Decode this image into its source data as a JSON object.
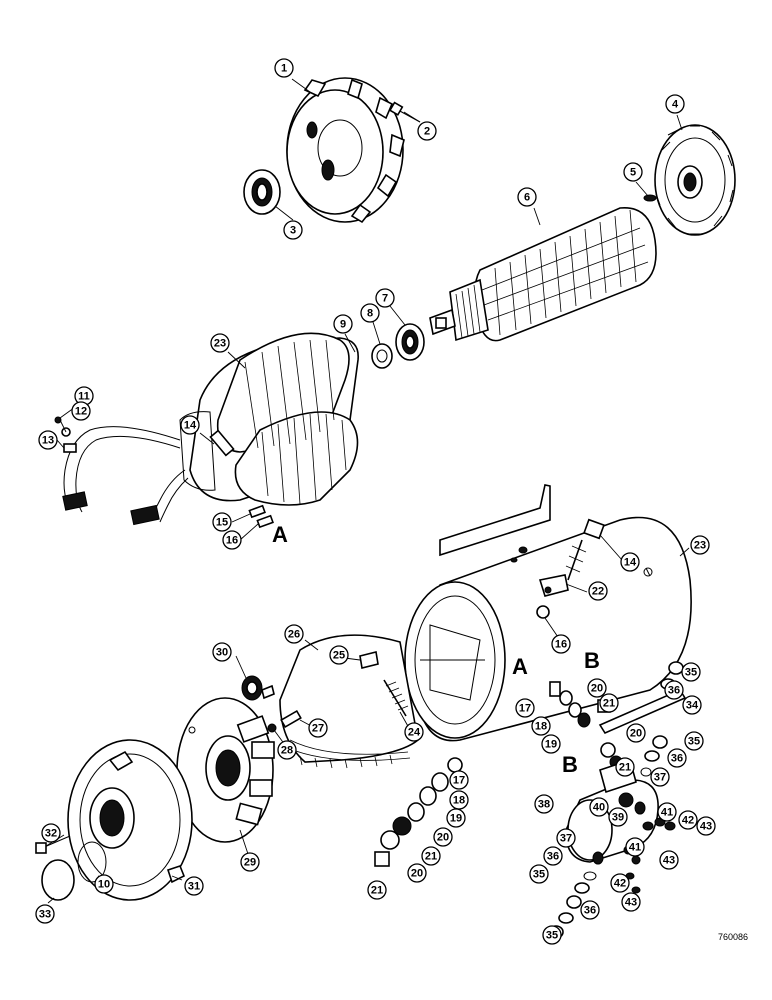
{
  "drawing_code": "760086",
  "section_letters": [
    "A",
    "B"
  ],
  "callouts": [
    {
      "id": "c1",
      "label": "1"
    },
    {
      "id": "c2",
      "label": "2"
    },
    {
      "id": "c3",
      "label": "3"
    },
    {
      "id": "c4",
      "label": "4"
    },
    {
      "id": "c5",
      "label": "5"
    },
    {
      "id": "c6",
      "label": "6"
    },
    {
      "id": "c7",
      "label": "7"
    },
    {
      "id": "c8",
      "label": "8"
    },
    {
      "id": "c9",
      "label": "9"
    },
    {
      "id": "c23a",
      "label": "23"
    },
    {
      "id": "c11",
      "label": "11"
    },
    {
      "id": "c12",
      "label": "12"
    },
    {
      "id": "c13",
      "label": "13"
    },
    {
      "id": "c14a",
      "label": "14"
    },
    {
      "id": "c15",
      "label": "15"
    },
    {
      "id": "c16a",
      "label": "16"
    },
    {
      "id": "c23b",
      "label": "23"
    },
    {
      "id": "c14b",
      "label": "14"
    },
    {
      "id": "c22",
      "label": "22"
    },
    {
      "id": "c16b",
      "label": "16"
    },
    {
      "id": "c26",
      "label": "26"
    },
    {
      "id": "c30",
      "label": "30"
    },
    {
      "id": "c25",
      "label": "25"
    },
    {
      "id": "c27",
      "label": "27"
    },
    {
      "id": "c28",
      "label": "28"
    },
    {
      "id": "c24",
      "label": "24"
    },
    {
      "id": "c32",
      "label": "32"
    },
    {
      "id": "c29",
      "label": "29"
    },
    {
      "id": "c31",
      "label": "31"
    },
    {
      "id": "c33",
      "label": "33"
    },
    {
      "id": "c10",
      "label": "10"
    },
    {
      "id": "c17a",
      "label": "17"
    },
    {
      "id": "c18a",
      "label": "18"
    },
    {
      "id": "c19a",
      "label": "19"
    },
    {
      "id": "c20a",
      "label": "20"
    },
    {
      "id": "c21a",
      "label": "21"
    },
    {
      "id": "c20b",
      "label": "20"
    },
    {
      "id": "c21b",
      "label": "21"
    },
    {
      "id": "c17b",
      "label": "17"
    },
    {
      "id": "c18b",
      "label": "18"
    },
    {
      "id": "c19b",
      "label": "19"
    },
    {
      "id": "c20c",
      "label": "20"
    },
    {
      "id": "c21c",
      "label": "21"
    },
    {
      "id": "c20d",
      "label": "20"
    },
    {
      "id": "c21d",
      "label": "21"
    },
    {
      "id": "c35a",
      "label": "35"
    },
    {
      "id": "c36a",
      "label": "36"
    },
    {
      "id": "c34",
      "label": "34"
    },
    {
      "id": "c35b",
      "label": "35"
    },
    {
      "id": "c36b",
      "label": "36"
    },
    {
      "id": "c37a",
      "label": "37"
    },
    {
      "id": "c38",
      "label": "38"
    },
    {
      "id": "c40",
      "label": "40"
    },
    {
      "id": "c39",
      "label": "39"
    },
    {
      "id": "c41a",
      "label": "41"
    },
    {
      "id": "c42a",
      "label": "42"
    },
    {
      "id": "c43a",
      "label": "43"
    },
    {
      "id": "c37b",
      "label": "37"
    },
    {
      "id": "c36c",
      "label": "36"
    },
    {
      "id": "c41b",
      "label": "41"
    },
    {
      "id": "c43b",
      "label": "43"
    },
    {
      "id": "c35c",
      "label": "35"
    },
    {
      "id": "c42b",
      "label": "42"
    },
    {
      "id": "c43c",
      "label": "43"
    },
    {
      "id": "c36d",
      "label": "36"
    },
    {
      "id": "c35d",
      "label": "35"
    }
  ]
}
